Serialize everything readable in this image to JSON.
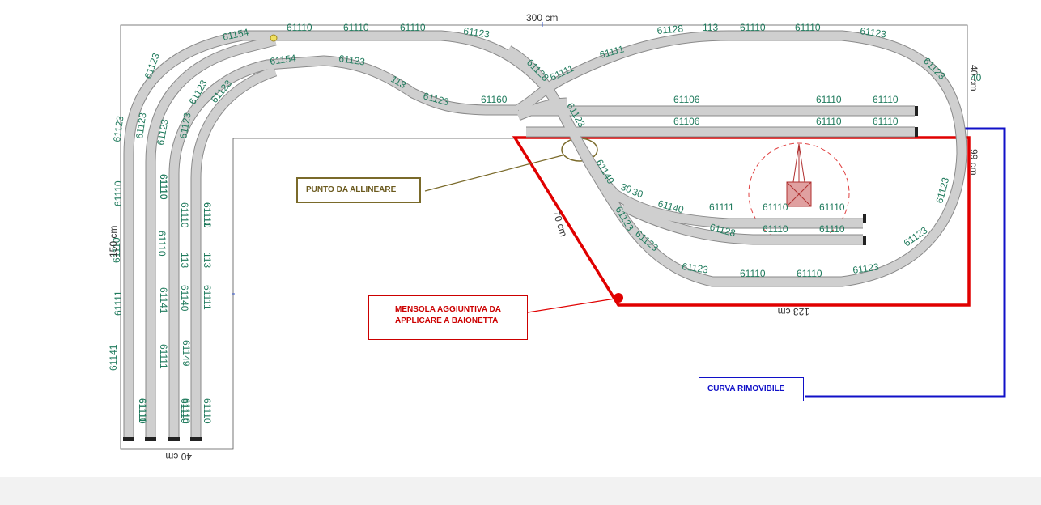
{
  "dimensions": {
    "top": "300 cm",
    "left": "150 cm",
    "bottom_left": "40 cm",
    "right_top": "40 cm",
    "right_mid": "99 cm",
    "diagonal": "70 cm",
    "bottom_right": "123 cm"
  },
  "notes": {
    "punto": "PUNTO DA ALLINEARE",
    "mensola_line1": "MENSOLA AGGIUNTIVA DA",
    "mensola_line2": "APPLICARE A BAIONETTA",
    "curva": "CURVA RIMOVIBILE"
  },
  "colors": {
    "track_fill": "#cfcfcf",
    "track_edge": "#8a8a8a",
    "label": "#1f7a5c",
    "mensola": "#e00000",
    "curva": "#1010c8",
    "punto": "#7a6a2a"
  },
  "track_labels": {
    "l1": "61154",
    "l2": "61110",
    "l3": "61110",
    "l4": "61110",
    "l5": "61123",
    "l6": "61123",
    "l7": "61123",
    "l8": "61123",
    "l9": "61123",
    "l10": "61123",
    "l11": "61154",
    "l12": "61123",
    "l13": "113",
    "l14": "61123",
    "l15": "61160",
    "l16": "61128",
    "l17": "61111",
    "l18": "61111",
    "l19": "61128",
    "l20": "113",
    "l21": "61110",
    "l22": "61110",
    "l23": "61123",
    "l24": "61123",
    "l25": "40",
    "l26": "61106",
    "l27": "61110",
    "l28": "61110",
    "l29": "61106",
    "l30": "61110",
    "l31": "61110",
    "l32": "61123",
    "l33": "61123",
    "l34": "61110",
    "l35": "61110",
    "l36": "61123",
    "l37": "61123",
    "l38": "61111",
    "l39": "61110",
    "l40": "61110",
    "l41": "61128",
    "l42": "61110",
    "l43": "61110",
    "l44": "61140",
    "l45": "30",
    "l46": "30",
    "l47": "61140",
    "l48": "61110",
    "l49": "61110",
    "l50": "61111",
    "l51": "61141",
    "l52": "61111",
    "l53": "61110",
    "l54": "61110",
    "l55": "61141",
    "l56": "61111",
    "l57": "61110",
    "l58": "61110",
    "l59": "113",
    "l60": "61140",
    "l61": "61110",
    "l62": "61110",
    "l63": "61110",
    "l64": "113",
    "l65": "61111",
    "l66": "61110",
    "l67": "61123",
    "l68": "61123",
    "l69": "61123",
    "l70": "61123",
    "l71": "61123",
    "l72": "61111",
    "l73": "61110",
    "l74": "61149"
  }
}
